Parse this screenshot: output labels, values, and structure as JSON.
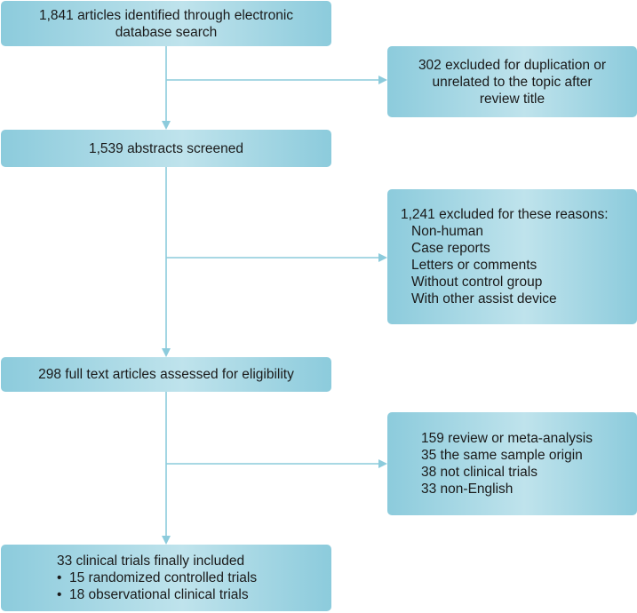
{
  "boxes": {
    "identified": {
      "lines": [
        "1,841 articles identified through electronic",
        "database search"
      ]
    },
    "excluded_title": {
      "lines": [
        "302 excluded for duplication or",
        "unrelated to the topic after",
        "review title"
      ]
    },
    "screened": {
      "lines": [
        "1,539 abstracts screened"
      ]
    },
    "excluded_reasons": {
      "heading": "1,241 excluded for these reasons:",
      "items": [
        "Non-human",
        "Case reports",
        "Letters or comments",
        "Without control group",
        "With other assist device"
      ]
    },
    "fulltext": {
      "lines": [
        "298 full text articles assessed for eligibility"
      ]
    },
    "excluded_fulltext": {
      "items": [
        "159 review or meta-analysis",
        "35 the same sample origin",
        "38 not clinical trials",
        "33 non-English"
      ]
    },
    "included": {
      "heading": "33 clinical trials finally included",
      "bullets": [
        "15 randomized controlled trials",
        "18 observational clinical trials"
      ]
    }
  },
  "colors": {
    "box_edge": "#8ccbdc",
    "box_mid": "#bfe3ec",
    "connector": "#8ccbdc"
  }
}
